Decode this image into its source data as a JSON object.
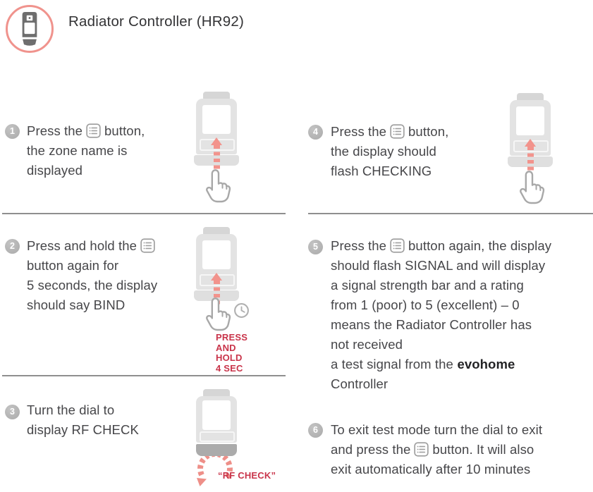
{
  "header": {
    "title": "Radiator Controller (HR92)"
  },
  "colors": {
    "ring": "#f0938d",
    "accent_red": "#c9344a",
    "arrow_salmon": "#f2938c",
    "badge_gray": "#b5b5b5",
    "text_gray": "#464649"
  },
  "icons": {
    "header_device": "radiator-controller-glyph",
    "menu_button": "list-button-in-rounded-square",
    "hand": "pointing-hand-outline",
    "clock": "clock-outline",
    "rotate": "dashed-rotation-arc"
  },
  "steps": [
    {
      "num": "1",
      "pre": "Press the",
      "mid": "button,\nthe zone name is\ndisplayed"
    },
    {
      "num": "2",
      "pre": "Press and hold the",
      "mid": "\nbutton again for\n5 seconds, the display\nshould say BIND"
    },
    {
      "num": "3",
      "pre": "Turn the dial to\ndisplay RF CHECK"
    },
    {
      "num": "4",
      "pre": "Press the",
      "mid": "button,\nthe display should\nflash CHECKING"
    },
    {
      "num": "5",
      "pre": "Press the",
      "mid": "button again, the display\nshould flash SIGNAL and will display\na signal strength bar and a rating\nfrom 1 (poor) to 5 (excellent) – 0\nmeans the Radiator Controller has\nnot received\na test signal from the",
      "bold": "evohome",
      "post": "\nController"
    },
    {
      "num": "6",
      "pre": "To exit test mode turn the dial to exit\nand press the",
      "mid": "button. It will also\nexit automatically after 10 minutes"
    }
  ],
  "labels": {
    "press_hold": "PRESS\nAND\nHOLD\n4 SEC",
    "rf_check": "“RF CHECK”"
  }
}
